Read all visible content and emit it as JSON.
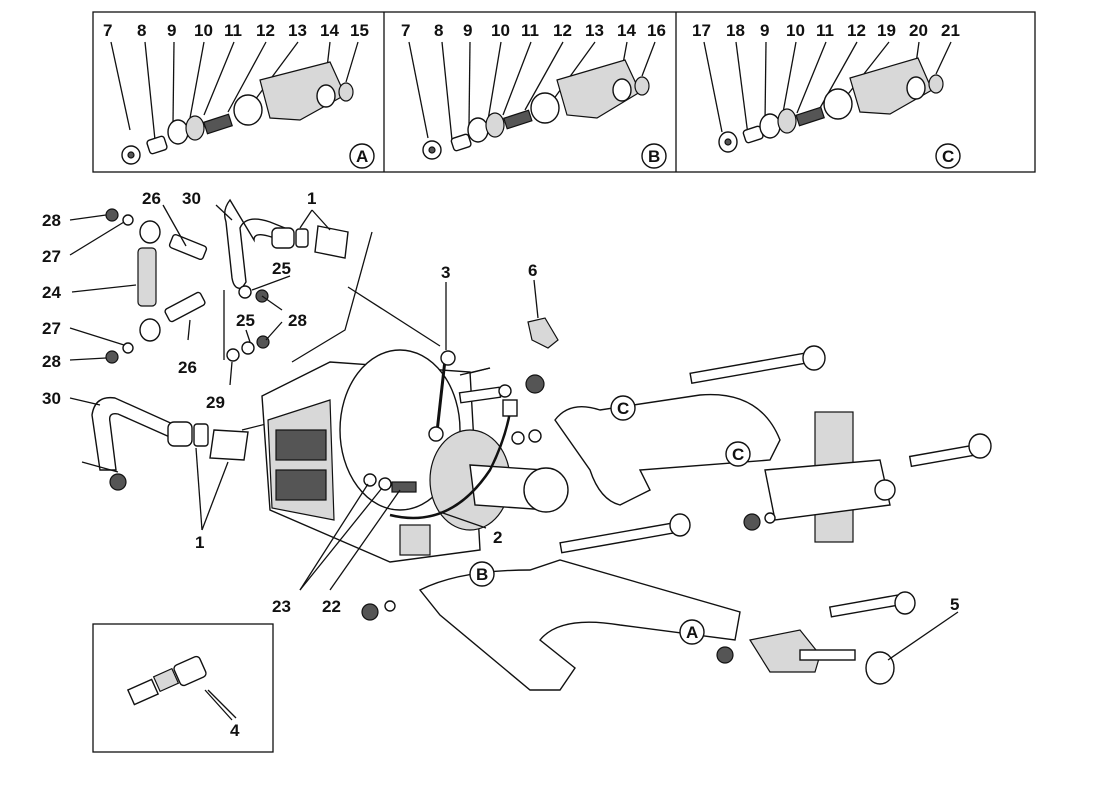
{
  "panels": {
    "A": {
      "letter": "A",
      "numbers": [
        "7",
        "8",
        "9",
        "10",
        "11",
        "12",
        "13",
        "14",
        "15"
      ]
    },
    "B": {
      "letter": "B",
      "numbers": [
        "7",
        "8",
        "9",
        "10",
        "11",
        "12",
        "13",
        "14",
        "16"
      ]
    },
    "C": {
      "letter": "C",
      "numbers": [
        "17",
        "18",
        "9",
        "10",
        "11",
        "12",
        "19",
        "20",
        "21"
      ]
    }
  },
  "callouts": {
    "n1a": "1",
    "n1b": "1",
    "n2": "2",
    "n3": "3",
    "n4": "4",
    "n5": "5",
    "n6": "6",
    "n22": "22",
    "n23": "23",
    "n24": "24",
    "n25a": "25",
    "n25b": "25",
    "n26a": "26",
    "n26b": "26",
    "n27a": "27",
    "n27b": "27",
    "n28a": "28",
    "n28b": "28",
    "n28c": "28",
    "n29": "29",
    "n30a": "30",
    "n30b": "30"
  },
  "circle_labels": {
    "ca1": "C",
    "ca2": "C",
    "cb": "B",
    "cA": "A"
  }
}
